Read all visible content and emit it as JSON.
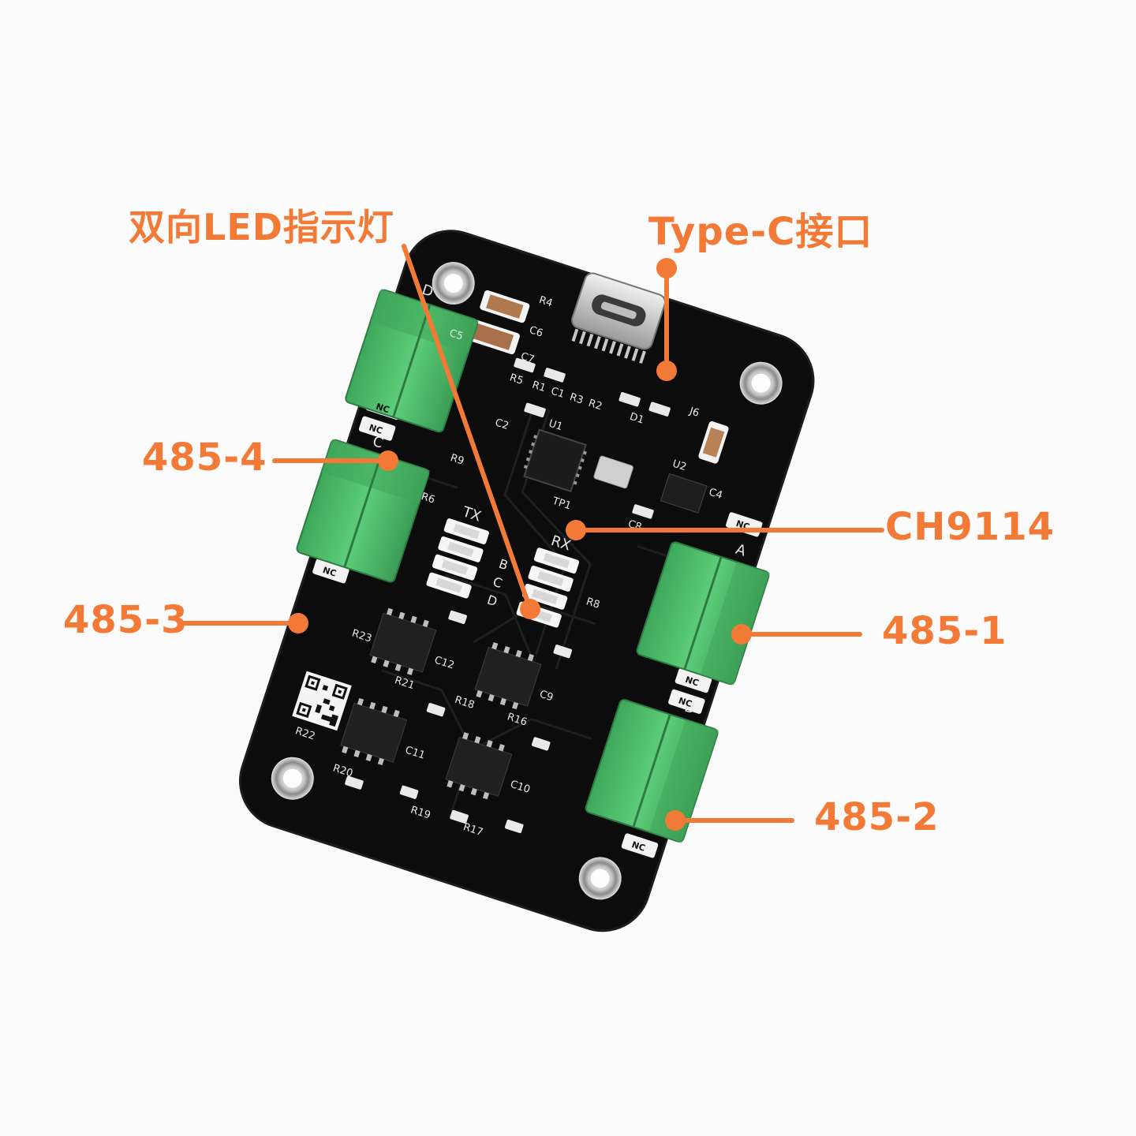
{
  "labels": {
    "led": "双向LED指示灯",
    "typec": "Type-C接口",
    "ch9114": "CH9114",
    "p4": "485-4",
    "p3": "485-3",
    "p1": "485-1",
    "p2": "485-2"
  },
  "silkscreen": {
    "tx": "TX",
    "rx": "RX",
    "bcd": [
      "B",
      "C",
      "D"
    ],
    "port_letters": {
      "a": "A",
      "b": "B",
      "c": "C",
      "d": "D"
    },
    "refs": [
      "R4",
      "C6",
      "C5",
      "C7",
      "R5",
      "R1",
      "C1",
      "R3",
      "R2",
      "D1",
      "J6",
      "C2",
      "U1",
      "U2",
      "C4",
      "R9",
      "C8",
      "TP1",
      "R6",
      "R8",
      "R23",
      "C12",
      "R21",
      "C9",
      "R18",
      "R16",
      "R22",
      "C11",
      "R20",
      "C10",
      "R19",
      "R17"
    ],
    "nc": "NC"
  },
  "colors": {
    "accent": "#f27a36",
    "board": "#0c0c0c",
    "terminal": "#4fbf6a"
  }
}
